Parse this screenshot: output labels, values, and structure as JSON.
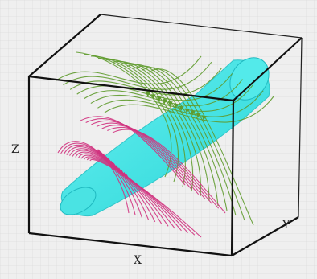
{
  "axes": {
    "x_label": "X",
    "y_label": "Y",
    "z_label": "Z"
  },
  "colors": {
    "background": "#efefef",
    "grid": "#d9d9d9",
    "box_edge": "#111111",
    "tube_fill": "#38e6e6",
    "tube_edge": "#1fb9c0",
    "green_field_line": "#5f9b2e",
    "magenta_field_line": "#d0337f"
  },
  "icons": [
    "arrowhead-icon"
  ]
}
